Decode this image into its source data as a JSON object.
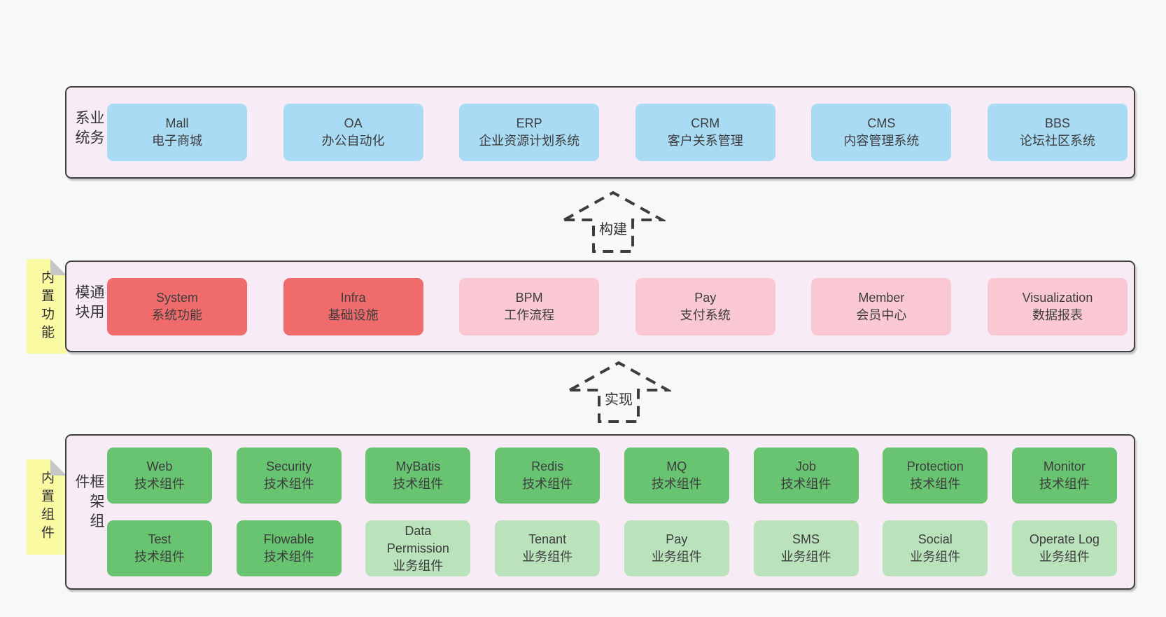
{
  "colors": {
    "page_bg": "#f8f8f8",
    "panel_bg": "#f7ecf5",
    "panel_border": "#3f3f3f",
    "box_blue": "#a9dbf4",
    "box_red": "#f06c6c",
    "box_pink": "#f9c8d2",
    "box_green": "#68c471",
    "box_light_green": "#bae3bc",
    "note_yellow": "#fafaa3",
    "note_fold_gray": "#c6c6c6",
    "text": "#3d3d3d"
  },
  "notes": [
    {
      "text": "内置功能"
    },
    {
      "text": "内置组件"
    }
  ],
  "arrows": [
    {
      "label": "构建"
    },
    {
      "label": "实现"
    }
  ],
  "panels": [
    {
      "side_label": "业务系统",
      "rows": [
        [
          {
            "name": "Mall",
            "subtitle": "电子商城",
            "variant": "blue"
          },
          {
            "name": "OA",
            "subtitle": "办公自动化",
            "variant": "blue"
          },
          {
            "name": "ERP",
            "subtitle": "企业资源计划系统",
            "variant": "blue"
          },
          {
            "name": "CRM",
            "subtitle": "客户关系管理",
            "variant": "blue"
          },
          {
            "name": "CMS",
            "subtitle": "内容管理系统",
            "variant": "blue"
          },
          {
            "name": "BBS",
            "subtitle": "论坛社区系统",
            "variant": "blue"
          }
        ]
      ]
    },
    {
      "side_label": "通用模块",
      "rows": [
        [
          {
            "name": "System",
            "subtitle": "系统功能",
            "variant": "red"
          },
          {
            "name": "Infra",
            "subtitle": "基础设施",
            "variant": "red"
          },
          {
            "name": "BPM",
            "subtitle": "工作流程",
            "variant": "pink"
          },
          {
            "name": "Pay",
            "subtitle": "支付系统",
            "variant": "pink"
          },
          {
            "name": "Member",
            "subtitle": "会员中心",
            "variant": "pink"
          },
          {
            "name": "Visualization",
            "subtitle": "数据报表",
            "variant": "pink"
          }
        ]
      ]
    },
    {
      "side_label": "框架组件",
      "rows": [
        [
          {
            "name": "Web",
            "subtitle": "技术组件",
            "variant": "green"
          },
          {
            "name": "Security",
            "subtitle": "技术组件",
            "variant": "green"
          },
          {
            "name": "MyBatis",
            "subtitle": "技术组件",
            "variant": "green"
          },
          {
            "name": "Redis",
            "subtitle": "技术组件",
            "variant": "green"
          },
          {
            "name": "MQ",
            "subtitle": "技术组件",
            "variant": "green"
          },
          {
            "name": "Job",
            "subtitle": "技术组件",
            "variant": "green"
          },
          {
            "name": "Protection",
            "subtitle": "技术组件",
            "variant": "green"
          },
          {
            "name": "Monitor",
            "subtitle": "技术组件",
            "variant": "green"
          }
        ],
        [
          {
            "name": "Test",
            "subtitle": "技术组件",
            "variant": "green"
          },
          {
            "name": "Flowable",
            "subtitle": "技术组件",
            "variant": "green"
          },
          {
            "name": "Data\nPermission",
            "subtitle": "业务组件",
            "variant": "lightgreen"
          },
          {
            "name": "Tenant",
            "subtitle": "业务组件",
            "variant": "lightgreen"
          },
          {
            "name": "Pay",
            "subtitle": "业务组件",
            "variant": "lightgreen"
          },
          {
            "name": "SMS",
            "subtitle": "业务组件",
            "variant": "lightgreen"
          },
          {
            "name": "Social",
            "subtitle": "业务组件",
            "variant": "lightgreen"
          },
          {
            "name": "Operate Log",
            "subtitle": "业务组件",
            "variant": "lightgreen"
          }
        ]
      ]
    }
  ]
}
